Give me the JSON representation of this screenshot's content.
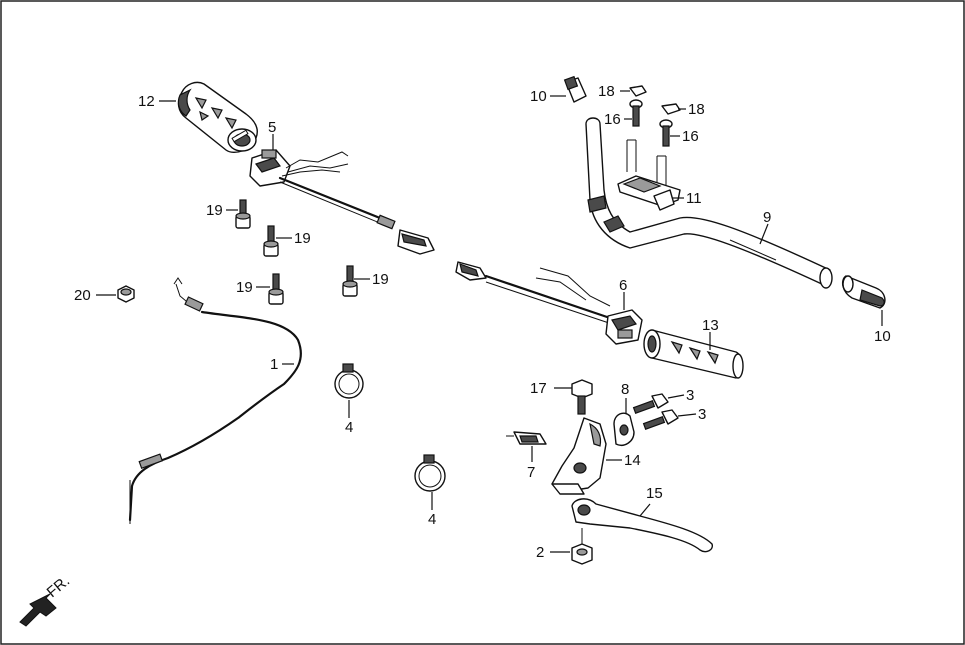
{
  "diagram": {
    "callouts": [
      {
        "id": "c12",
        "text": "12"
      },
      {
        "id": "c5",
        "text": "5"
      },
      {
        "id": "c10a",
        "text": "10"
      },
      {
        "id": "c18a",
        "text": "18"
      },
      {
        "id": "c18b",
        "text": "18"
      },
      {
        "id": "c16a",
        "text": "16"
      },
      {
        "id": "c16b",
        "text": "16"
      },
      {
        "id": "c11",
        "text": "11"
      },
      {
        "id": "c9",
        "text": "9"
      },
      {
        "id": "c19a",
        "text": "19"
      },
      {
        "id": "c19b",
        "text": "19"
      },
      {
        "id": "c19c",
        "text": "19"
      },
      {
        "id": "c19d",
        "text": "19"
      },
      {
        "id": "c20",
        "text": "20"
      },
      {
        "id": "c1",
        "text": "1"
      },
      {
        "id": "c4a",
        "text": "4"
      },
      {
        "id": "c4b",
        "text": "4"
      },
      {
        "id": "c6",
        "text": "6"
      },
      {
        "id": "c13",
        "text": "13"
      },
      {
        "id": "c10b",
        "text": "10"
      },
      {
        "id": "c17",
        "text": "17"
      },
      {
        "id": "c8",
        "text": "8"
      },
      {
        "id": "c3a",
        "text": "3"
      },
      {
        "id": "c3b",
        "text": "3"
      },
      {
        "id": "c7",
        "text": "7"
      },
      {
        "id": "c14",
        "text": "14"
      },
      {
        "id": "c15",
        "text": "15"
      },
      {
        "id": "c2",
        "text": "2"
      }
    ],
    "front_indicator": "FR."
  }
}
